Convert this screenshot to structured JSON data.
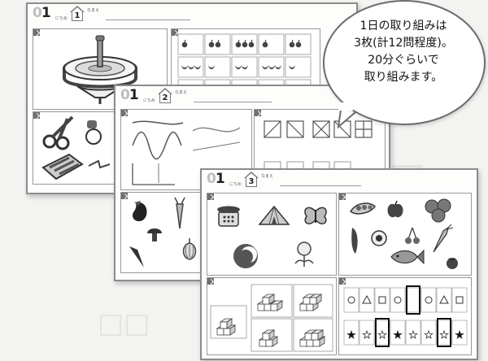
{
  "speech_bubble": {
    "lines": [
      "1日の取り組みは",
      "3枚(計12問程度)。",
      "20分ぐらいで",
      "取り組みます。"
    ]
  },
  "worksheets": [
    {
      "day_number": "01",
      "subtitle": "にちめ",
      "sheet_number": "1",
      "name_label": "なまえ"
    },
    {
      "day_number": "01",
      "subtitle": "にちめ",
      "sheet_number": "2",
      "name_label": "なまえ"
    },
    {
      "day_number": "01",
      "subtitle": "にちめ",
      "sheet_number": "3",
      "name_label": "なまえ"
    }
  ],
  "icons": {
    "corner_marker": "arrow-corner-icon",
    "top": "spinning-top-icon",
    "apple": "apple-icon",
    "banana": "banana-icon",
    "scissors": "scissors-icon",
    "telephone": "telephone-icon",
    "tent": "tent-icon",
    "butterfly": "butterfly-icon",
    "moon": "moon-icon",
    "dandelion": "dandelion-icon",
    "eggplant": "eggplant-icon",
    "carrot": "carrot-icon",
    "mushroom": "mushroom-icon",
    "onion": "onion-icon",
    "peapod": "peapod-icon",
    "cherries": "cherries-icon",
    "fish": "fish-icon",
    "cubes": "cube-stack-icon",
    "star": "star-icon"
  },
  "colors": {
    "page_background": "#f3f3f1",
    "sheet_border": "#8c8c8c",
    "bubble_border": "#6c6c6c",
    "ink": "#222222"
  }
}
